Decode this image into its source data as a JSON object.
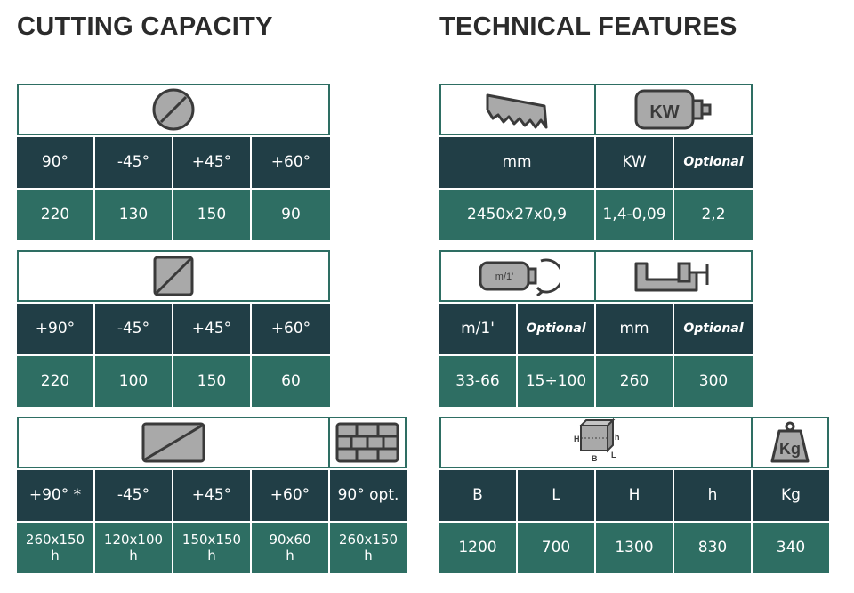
{
  "headings": {
    "cutting": "CUTTING CAPACITY",
    "technical": "TECHNICAL FEATURES"
  },
  "cutting": {
    "round": {
      "headers": [
        "90°",
        "-45°",
        "+45°",
        "+60°"
      ],
      "values": [
        "220",
        "130",
        "150",
        "90"
      ]
    },
    "square": {
      "headers": [
        "+90°",
        "-45°",
        "+45°",
        "+60°"
      ],
      "values": [
        "220",
        "100",
        "150",
        "60"
      ]
    },
    "rect": {
      "headers": [
        "+90° *",
        "-45°",
        "+45°",
        "+60°",
        "90° opt."
      ],
      "values": [
        "260x150\nh",
        "120x100\nh",
        "150x150\nh",
        "90x60\nh",
        "260x150\nh"
      ]
    }
  },
  "technical": {
    "blade_motor": {
      "motor_label": "KW",
      "headers": [
        "mm",
        "KW",
        "Optional"
      ],
      "values": [
        "2450x27x0,9",
        "1,4-0,09",
        "2,2"
      ]
    },
    "speed_vise": {
      "speed_label": "m/1'",
      "headers": [
        "m/1'",
        "Optional",
        "mm",
        "Optional"
      ],
      "values": [
        "33-66",
        "15÷100",
        "260",
        "300"
      ]
    },
    "dims_weight": {
      "box_labels": {
        "H": "H",
        "h": "h",
        "B": "B",
        "L": "L"
      },
      "weight_label": "Kg",
      "headers": [
        "B",
        "L",
        "H",
        "h",
        "Kg"
      ],
      "values": [
        "1200",
        "700",
        "1300",
        "830",
        "340"
      ]
    }
  },
  "colors": {
    "dark": "#213e46",
    "green": "#2e6e63",
    "icon_fill": "#a9a9a9",
    "icon_stroke": "#3a3a3a"
  }
}
